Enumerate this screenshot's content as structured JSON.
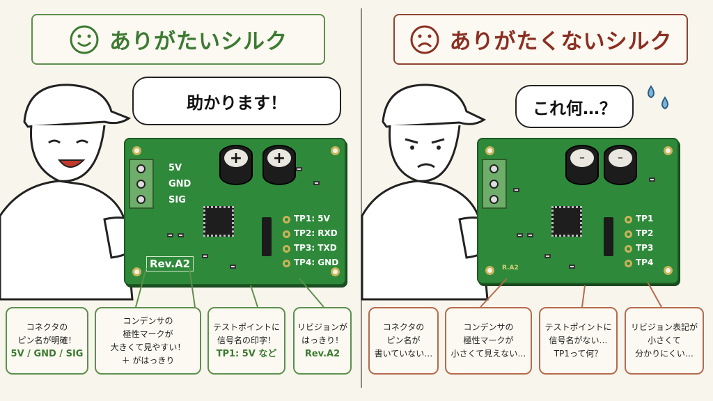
{
  "good": {
    "title": "ありがたいシルク",
    "icon": "smiley-face-icon",
    "accent": "#3d7a33",
    "speech": "助かります！",
    "pcb": {
      "pins": [
        "5V",
        "GND",
        "SIG"
      ],
      "cap_mark": "+",
      "testpoints": [
        "TP1: 5V",
        "TP2: RXD",
        "TP3: TXD",
        "TP4: GND"
      ],
      "revision": "Rev.A2"
    },
    "callouts": [
      {
        "lines": [
          "コネクタの",
          "ピン名が明確！"
        ],
        "highlight": "5V / GND / SIG"
      },
      {
        "lines": [
          "コンデンサの",
          "極性マークが",
          "大きくて見やすい！"
        ],
        "highlight": "＋ がはっきり"
      },
      {
        "lines": [
          "テストポイントに",
          "信号名の印字！"
        ],
        "highlight": "TP1: 5V など"
      },
      {
        "lines": [
          "リビジョンが",
          "はっきり！"
        ],
        "highlight": "Rev.A2"
      }
    ]
  },
  "bad": {
    "title": "ありがたくないシルク",
    "icon": "frowning-face-icon",
    "accent": "#8a2f22",
    "speech": "これ何…？",
    "pcb": {
      "cap_mark": "−",
      "testpoints": [
        "TP1",
        "TP2",
        "TP3",
        "TP4"
      ],
      "revision": "R.A2"
    },
    "callouts": [
      {
        "lines": [
          "コネクタの",
          "ピン名が",
          "書いていない…"
        ]
      },
      {
        "lines": [
          "コンデンサの",
          "極性マークが",
          "小さくて見えない…"
        ]
      },
      {
        "lines": [
          "テストポイントに",
          "信号名がない…",
          "TP1って何？"
        ]
      },
      {
        "lines": [
          "リビジョン表記が",
          "小さくて",
          "分かりにくい…"
        ]
      }
    ]
  }
}
